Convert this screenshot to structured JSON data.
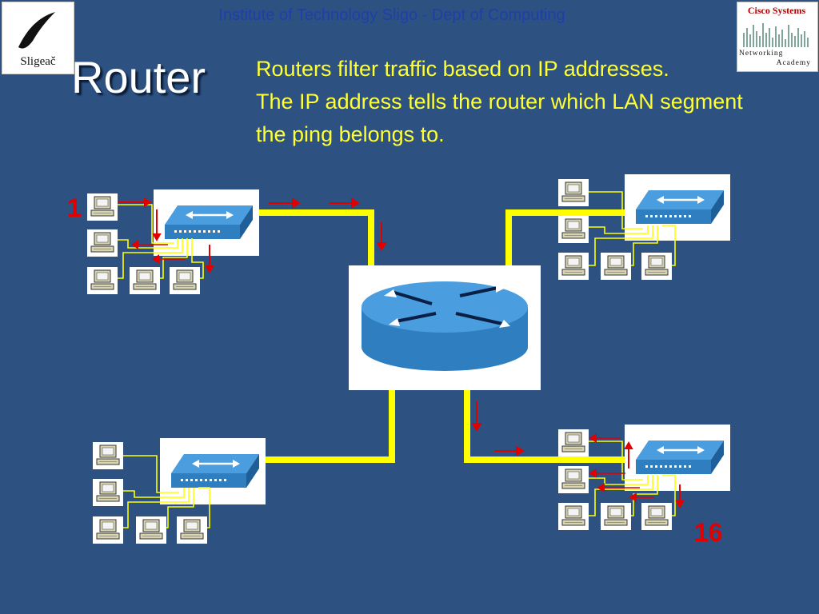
{
  "header": {
    "institute": "Institute of Technology Sligo - Dept of Computing"
  },
  "logos": {
    "left_text": "Sligeač",
    "right_top": "Cisco Systems",
    "right_bottom_line1": "Networking",
    "right_bottom_line2": "Academy"
  },
  "slide": {
    "title": "Router",
    "body_line1": "Routers filter traffic based on IP addresses.",
    "body_line2": "The IP address tells the router which LAN segment the ping belongs to."
  },
  "labels": {
    "source_number": "1",
    "dest_number": "16"
  },
  "colors": {
    "background": "#2d5282",
    "link": "#ffff00",
    "arrow": "#e00000",
    "switch": "#3f8fcf",
    "router": "#3f8fcf"
  }
}
